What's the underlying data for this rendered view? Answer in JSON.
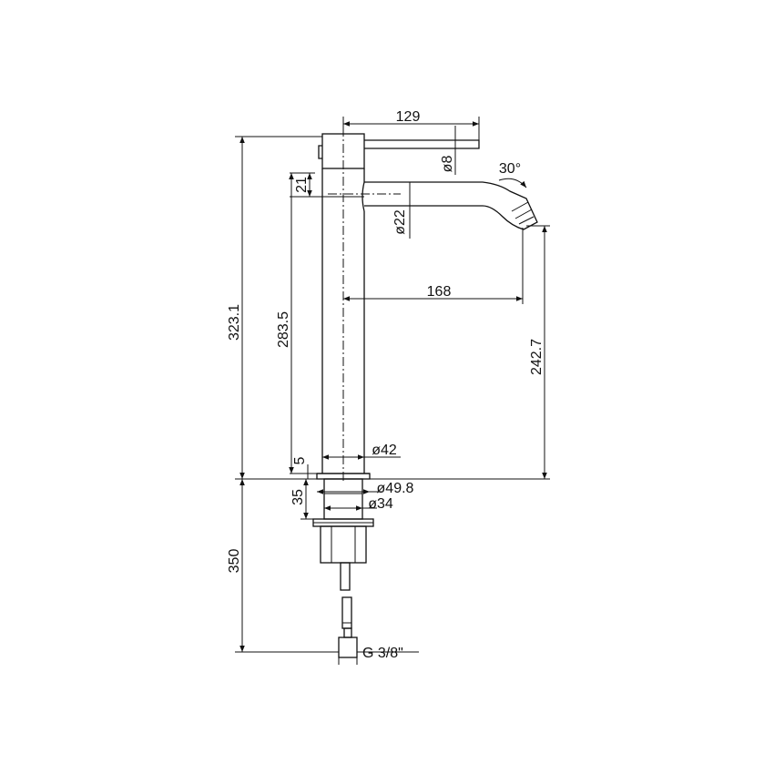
{
  "drawing": {
    "dimensions": {
      "lever_length": "129",
      "lever_diameter": "ø8",
      "spout_angle": "30°",
      "spout_offset": "21",
      "spout_diameter": "ø22",
      "spout_reach": "168",
      "total_height": "323.1",
      "spout_height": "283.5",
      "outlet_height": "242.7",
      "body_diameter": "ø42",
      "base_height": "5",
      "base_diameter": "ø49.8",
      "shank_height": "35",
      "shank_diameter": "ø34",
      "hose_length": "350",
      "connection_thread": "G 3/8\""
    }
  }
}
